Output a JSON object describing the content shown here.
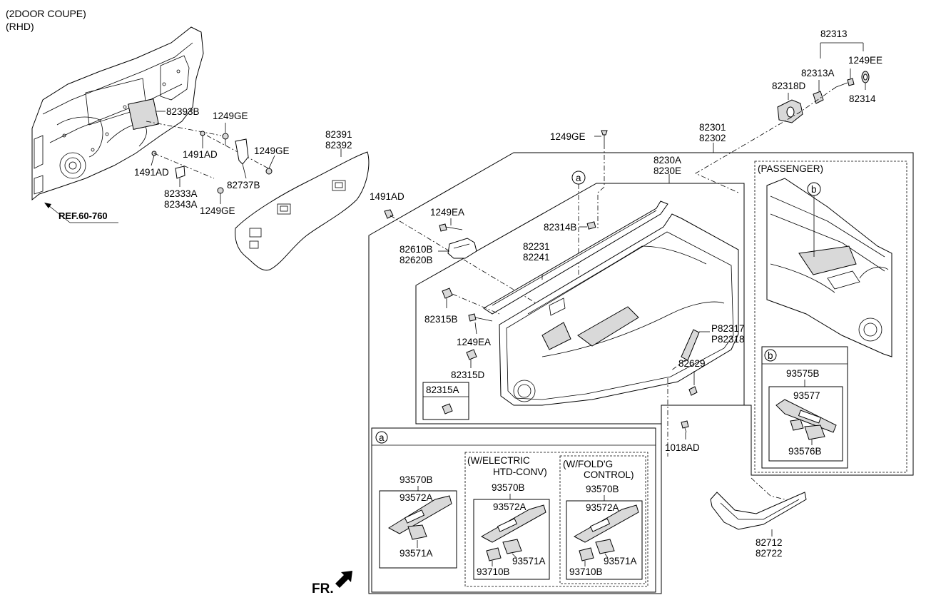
{
  "header": {
    "line1": "(2DOOR COUPE)",
    "line2": "(RHD)"
  },
  "ref_label": "REF.60-760",
  "fr_label": "FR.",
  "labels": {
    "p82393B": "82393B",
    "p1249GE_a": "1249GE",
    "p1491AD_a": "1491AD",
    "p1249GE_b": "1249GE",
    "p1491AD_b": "1491AD",
    "p82737B": "82737B",
    "p82333A": "82333A",
    "p82343A": "82343A",
    "p1249GE_c": "1249GE",
    "p82391": "82391",
    "p82392": "82392",
    "p1491AD_c": "1491AD",
    "p1249EA_a": "1249EA",
    "p82610B": "82610B",
    "p82620B": "82620B",
    "p82314B": "82314B",
    "p82231": "82231",
    "p82241": "82241",
    "p82315B": "82315B",
    "p1249EA_b": "1249EA",
    "p82315D": "82315D",
    "p82315A": "82315A",
    "p1249GE_d": "1249GE",
    "p8230A": "8230A",
    "p8230E": "8230E",
    "p82301": "82301",
    "p82302": "82302",
    "p82313": "82313",
    "p1249EE": "1249EE",
    "p82313A": "82313A",
    "p82318D": "82318D",
    "p82314": "82314",
    "passenger": "(PASSENGER)",
    "pP82317": "P82317",
    "pP82318": "P82318",
    "p82629": "82629",
    "p1018AD": "1018AD",
    "p82712": "82712",
    "p82722": "82722",
    "callout_a": "a",
    "callout_b": "b",
    "box_a_tag": "a",
    "box_b_tag": "b",
    "p93575B": "93575B",
    "p93577": "93577",
    "p93576B": "93576B",
    "p93570B_1": "93570B",
    "p93572A_1": "93572A",
    "p93571A_1": "93571A",
    "welec_1": "(W/ELECTRIC",
    "welec_2": "HTD-CONV)",
    "p93570B_2": "93570B",
    "p93572A_2": "93572A",
    "p93571A_2": "93571A",
    "p93710B_2": "93710B",
    "wfold_1": "(W/FOLD'G",
    "wfold_2": "CONTROL)",
    "p93570B_3": "93570B",
    "p93572A_3": "93572A",
    "p93571A_3": "93571A",
    "p93710B_3": "93710B"
  }
}
